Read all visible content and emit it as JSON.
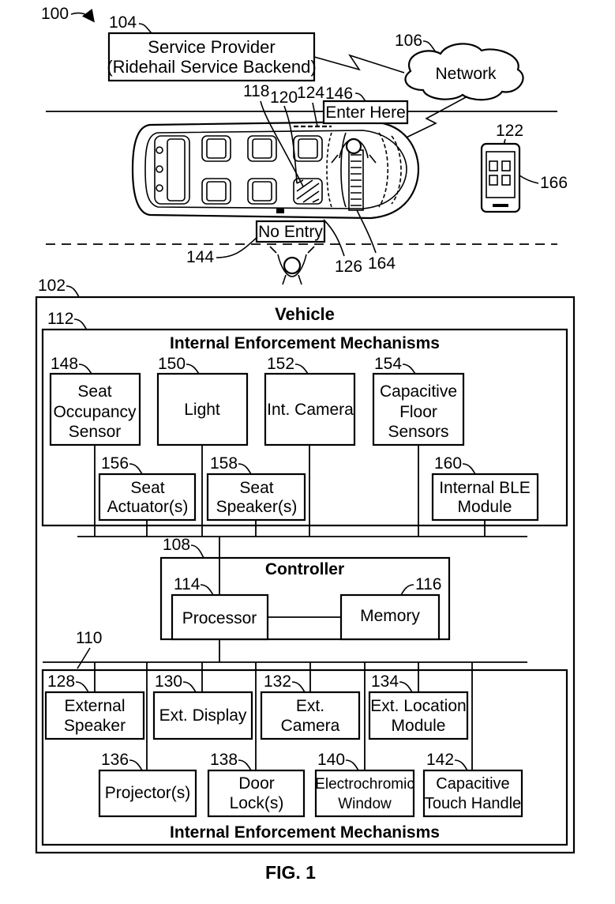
{
  "refs": {
    "r100": "100",
    "r104": "104",
    "r106": "106",
    "r118": "118",
    "r120": "120",
    "r124": "124",
    "r146": "146",
    "r122": "122",
    "r166": "166",
    "r144": "144",
    "r126": "126",
    "r164": "164",
    "r102": "102",
    "r112": "112",
    "r148": "148",
    "r150": "150",
    "r152": "152",
    "r154": "154",
    "r156": "156",
    "r158": "158",
    "r160": "160",
    "r108": "108",
    "r114": "114",
    "r116": "116",
    "r110": "110",
    "r128": "128",
    "r130": "130",
    "r132": "132",
    "r134": "134",
    "r136": "136",
    "r138": "138",
    "r140": "140",
    "r142": "142"
  },
  "scene": {
    "service_provider": [
      "Service Provider",
      "(Ridehail Service Backend)"
    ],
    "network": "Network",
    "enter_here": "Enter Here",
    "no_entry": "No Entry"
  },
  "vehicle": {
    "title": "Vehicle",
    "internal_title": "Internal Enforcement Mechanisms",
    "seat_occupancy": [
      "Seat",
      "Occupancy",
      "Sensor"
    ],
    "light": "Light",
    "int_camera": "Int. Camera",
    "capacitive_floor": [
      "Capacitive",
      "Floor",
      "Sensors"
    ],
    "seat_actuator": [
      "Seat",
      "Actuator(s)"
    ],
    "seat_speaker": [
      "Seat",
      "Speaker(s)"
    ],
    "internal_ble": [
      "Internal BLE",
      "Module"
    ],
    "controller": "Controller",
    "processor": "Processor",
    "memory": "Memory",
    "external_speaker": [
      "External",
      "Speaker"
    ],
    "ext_display": "Ext. Display",
    "ext_camera": [
      "Ext.",
      "Camera"
    ],
    "ext_location": [
      "Ext. Location",
      "Module"
    ],
    "projector": "Projector(s)",
    "door_lock": [
      "Door",
      "Lock(s)"
    ],
    "electrochromic": [
      "Electrochromic",
      "Window"
    ],
    "capacitive_handle": [
      "Capacitive",
      "Touch Handle"
    ],
    "external_title": "Internal Enforcement Mechanisms"
  },
  "caption": "FIG. 1"
}
